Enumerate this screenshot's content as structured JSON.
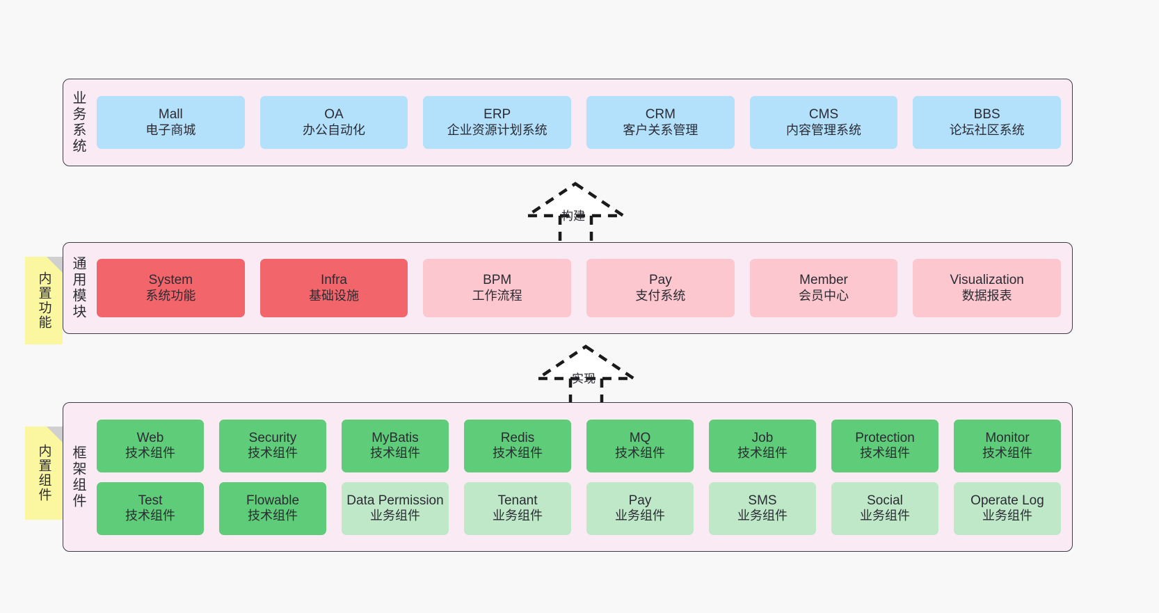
{
  "diagram": {
    "background_color": "#f8f8f8",
    "layer_fill": "#f9eaf4",
    "layer_border": "#3c3c47"
  },
  "colors": {
    "blue": "#b3e0fb",
    "red": "#f2656a",
    "pink": "#fcc7cf",
    "green": "#5ecc78",
    "light_green": "#bfe8c8",
    "note_yellow": "#fbf7a0",
    "note_fold": "#d0d0d0"
  },
  "layers": [
    {
      "id": "business-systems",
      "title": "业务系统",
      "rows": [
        [
          {
            "en": "Mall",
            "cn": "电子商城",
            "color": "blue"
          },
          {
            "en": "OA",
            "cn": "办公自动化",
            "color": "blue"
          },
          {
            "en": "ERP",
            "cn": "企业资源计划系统",
            "color": "blue"
          },
          {
            "en": "CRM",
            "cn": "客户关系管理",
            "color": "blue"
          },
          {
            "en": "CMS",
            "cn": "内容管理系统",
            "color": "blue"
          },
          {
            "en": "BBS",
            "cn": "论坛社区系统",
            "color": "blue"
          }
        ]
      ]
    },
    {
      "id": "common-modules",
      "title": "通用模块",
      "note": "内置功能",
      "rows": [
        [
          {
            "en": "System",
            "cn": "系统功能",
            "color": "red"
          },
          {
            "en": "Infra",
            "cn": "基础设施",
            "color": "red"
          },
          {
            "en": "BPM",
            "cn": "工作流程",
            "color": "pink"
          },
          {
            "en": "Pay",
            "cn": "支付系统",
            "color": "pink"
          },
          {
            "en": "Member",
            "cn": "会员中心",
            "color": "pink"
          },
          {
            "en": "Visualization",
            "cn": "数据报表",
            "color": "pink"
          }
        ]
      ]
    },
    {
      "id": "framework-components",
      "title": "框架组件",
      "note": "内置组件",
      "rows": [
        [
          {
            "en": "Web",
            "cn": "技术组件",
            "color": "green"
          },
          {
            "en": "Security",
            "cn": "技术组件",
            "color": "green"
          },
          {
            "en": "MyBatis",
            "cn": "技术组件",
            "color": "green"
          },
          {
            "en": "Redis",
            "cn": "技术组件",
            "color": "green"
          },
          {
            "en": "MQ",
            "cn": "技术组件",
            "color": "green"
          },
          {
            "en": "Job",
            "cn": "技术组件",
            "color": "green"
          },
          {
            "en": "Protection",
            "cn": "技术组件",
            "color": "green"
          },
          {
            "en": "Monitor",
            "cn": "技术组件",
            "color": "green"
          }
        ],
        [
          {
            "en": "Test",
            "cn": "技术组件",
            "color": "green"
          },
          {
            "en": "Flowable",
            "cn": "技术组件",
            "color": "green"
          },
          {
            "en": "Data Permission",
            "cn": "业务组件",
            "color": "light_green",
            "wrap": true
          },
          {
            "en": "Tenant",
            "cn": "业务组件",
            "color": "light_green"
          },
          {
            "en": "Pay",
            "cn": "业务组件",
            "color": "light_green"
          },
          {
            "en": "SMS",
            "cn": "业务组件",
            "color": "light_green"
          },
          {
            "en": "Social",
            "cn": "业务组件",
            "color": "light_green"
          },
          {
            "en": "Operate Log",
            "cn": "业务组件",
            "color": "light_green"
          }
        ]
      ]
    }
  ],
  "connectors": [
    {
      "id": "build",
      "label": "构建"
    },
    {
      "id": "implement",
      "label": "实现"
    }
  ]
}
